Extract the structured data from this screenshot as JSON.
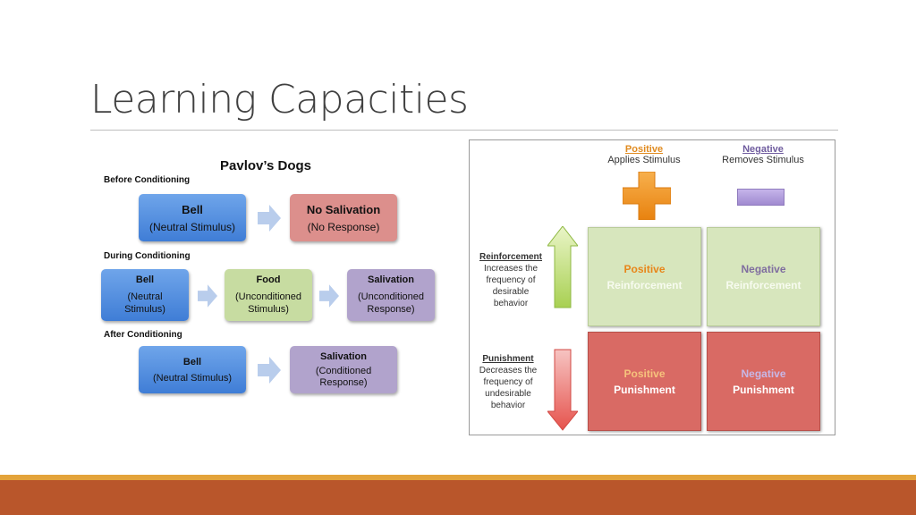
{
  "slide": {
    "title": "Learning Capacities"
  },
  "pavlov": {
    "title": "Pavlov’s Dogs",
    "before": {
      "label": "Before Conditioning",
      "bell": {
        "title": "Bell",
        "sub": "(Neutral Stimulus)"
      },
      "result": {
        "title": "No Salivation",
        "sub": "(No Response)"
      }
    },
    "during": {
      "label": "During Conditioning",
      "bell": {
        "title": "Bell",
        "sub": "(Neutral Stimulus)"
      },
      "food": {
        "title": "Food",
        "sub": "(Unconditioned Stimulus)"
      },
      "result": {
        "title": "Salivation",
        "sub": "(Unconditioned Response)"
      }
    },
    "after": {
      "label": "After Conditioning",
      "bell": {
        "title": "Bell",
        "sub": "(Neutral Stimulus)"
      },
      "result": {
        "title": "Salivation",
        "sub": "(Conditioned Response)"
      }
    }
  },
  "matrix": {
    "positive_header": {
      "title": "Positive",
      "sub": "Applies Stimulus"
    },
    "negative_header": {
      "title": "Negative",
      "sub": "Removes Stimulus"
    },
    "reinforcement": {
      "title": "Reinforcement",
      "desc": "Increases the frequency of desirable behavior"
    },
    "punishment": {
      "title": "Punishment",
      "desc": "Decreases the frequency of undesirable behavior"
    },
    "cells": {
      "pos_reinf": {
        "top": "Positive",
        "bottom": "Reinforcement"
      },
      "neg_reinf": {
        "top": "Negative",
        "bottom": "Reinforcement"
      },
      "pos_pun": {
        "top": "Positive",
        "bottom": "Punishment"
      },
      "neg_pun": {
        "top": "Negative",
        "bottom": "Punishment"
      }
    },
    "colors": {
      "orange": "#f0931d",
      "purple": "#a993d6",
      "green": "#c9e08f",
      "red": "#e36b66",
      "header_orange": "#e08a1e",
      "header_purple": "#7d6aa8"
    }
  }
}
